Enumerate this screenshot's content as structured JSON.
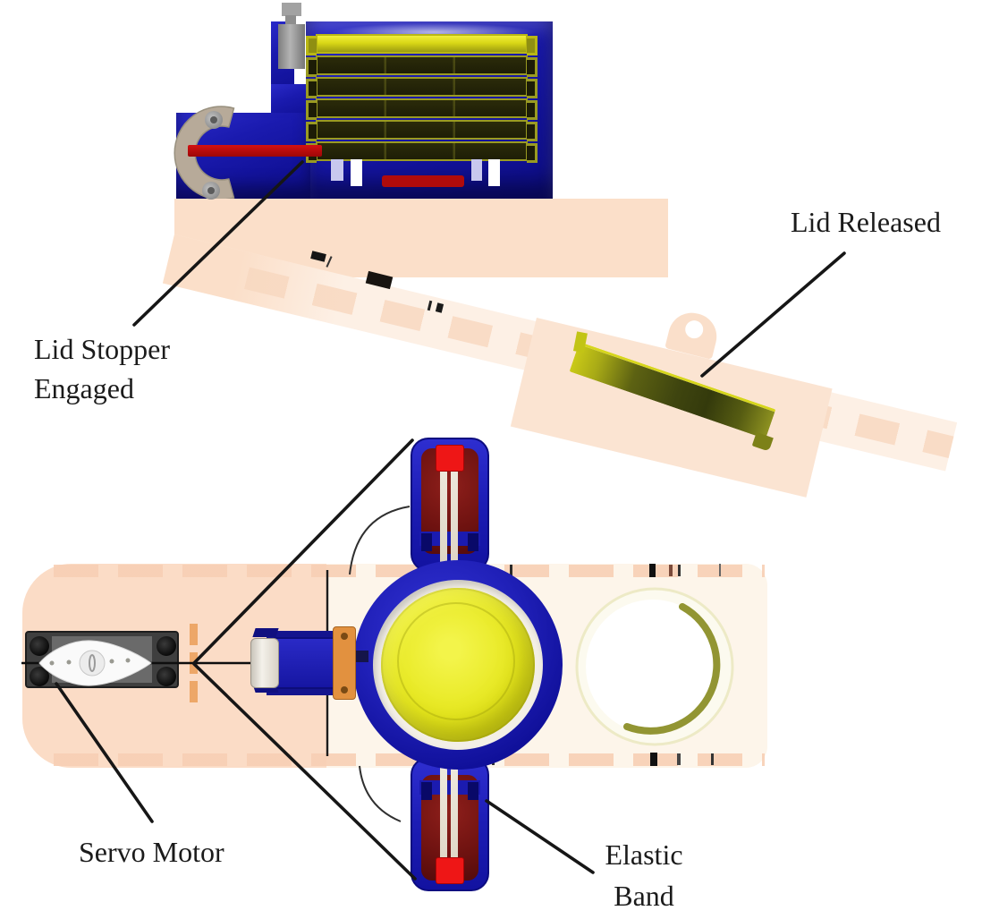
{
  "diagram": {
    "labels": {
      "lid_stopper": {
        "line1": "Lid Stopper",
        "line2": "Engaged"
      },
      "lid_released": "Lid Released",
      "servo_motor": "Servo Motor",
      "elastic_band": {
        "line1": "Elastic",
        "line2": "Band"
      }
    },
    "colors": {
      "housing_blue": "#1717a8",
      "lid_olive_rim": "#9a9b22",
      "lid_bright_yellow": "#d9d716",
      "stopper_rod_red": "#b50d0d",
      "elastic_band_white": "#efeadf",
      "tension_block_red": "#ee1616",
      "arm_interior_red": "#6e1210",
      "base_peach": "#fbdcc6",
      "base_cream": "#fdf5ea",
      "bracket_orange": "#e2913f",
      "servo_gray": "#3f3f3f",
      "pot_yellow": "#e6e71d",
      "annotation_black": "#1a1a1a"
    }
  }
}
